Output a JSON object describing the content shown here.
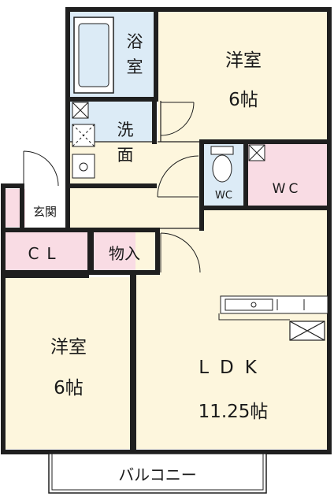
{
  "rooms": {
    "bath": {
      "label_line1": "浴",
      "label_line2": "室"
    },
    "western_room_ne": {
      "label": "洋室",
      "size": "6帖"
    },
    "washroom": {
      "label_line1": "洗",
      "label_line2": "面"
    },
    "toilet": {
      "label": "WC"
    },
    "wc_room": {
      "label": "WC"
    },
    "entrance": {
      "label": "玄関"
    },
    "closet": {
      "label": "CL"
    },
    "storage": {
      "label": "物入"
    },
    "western_room_sw": {
      "label": "洋室",
      "size": "6帖"
    },
    "ldk": {
      "label": "LDK",
      "size": "11.25帖"
    },
    "balcony": {
      "label": "バルコニー"
    }
  },
  "colors": {
    "wall": "#1f1f1f",
    "wood_floor": "#fdf6dd",
    "wet_area": "#dcebf6",
    "pink_area": "#f9dce4",
    "entrance_floor": "#ffffff"
  }
}
